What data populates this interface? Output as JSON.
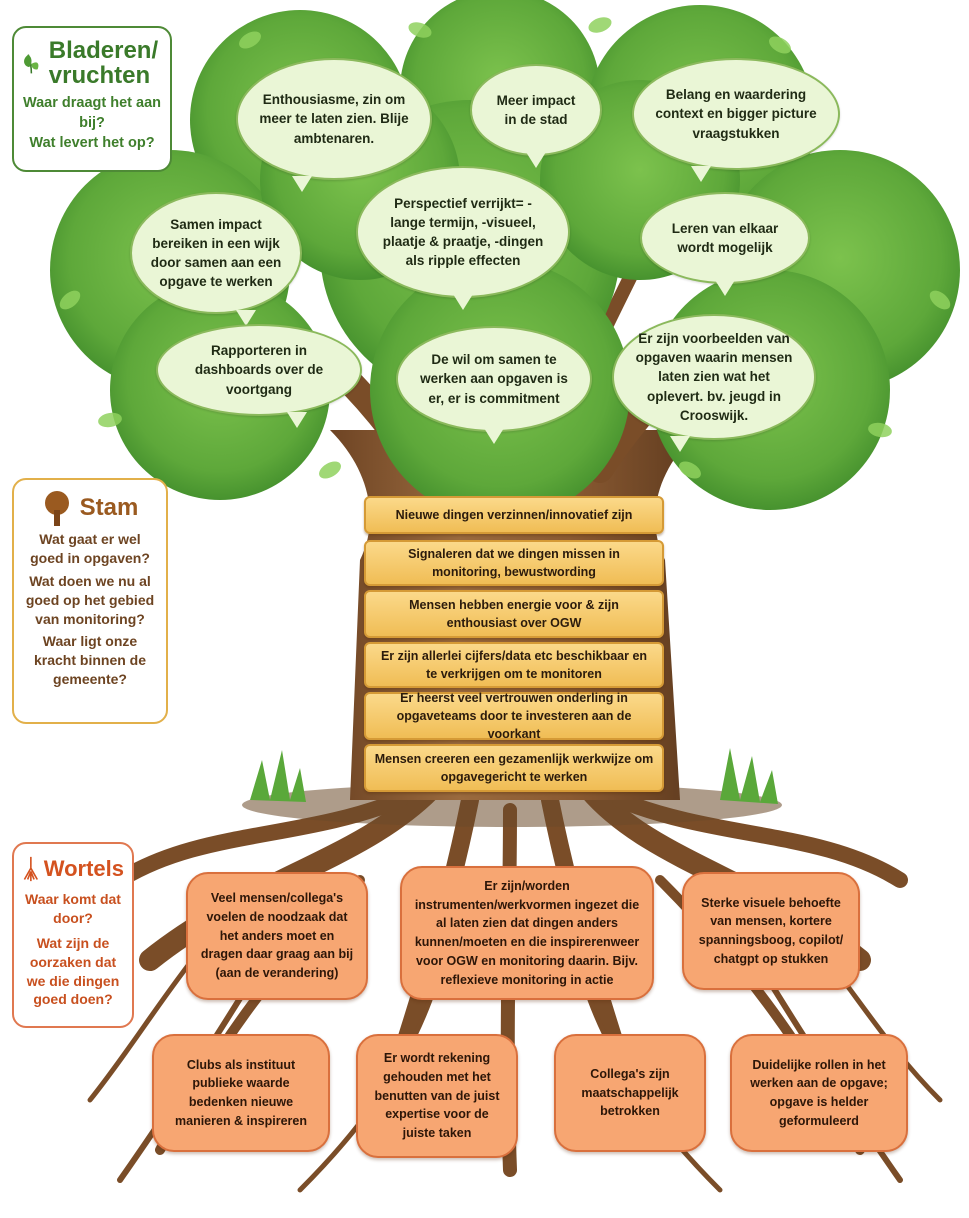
{
  "sidebar": {
    "leaves": {
      "title": "Bladeren/ vruchten",
      "questions": [
        "Waar draagt het aan bij?",
        "Wat levert het op?"
      ]
    },
    "trunk": {
      "title": "Stam",
      "questions": [
        "Wat gaat er wel goed in opgaven?",
        "Wat doen we nu al goed op het gebied van monitoring?",
        "Waar ligt onze kracht binnen de gemeente?"
      ]
    },
    "roots": {
      "title": "Wortels",
      "questions": [
        "Waar komt dat door?",
        "Wat zijn de oorzaken dat we die dingen goed doen?"
      ]
    }
  },
  "leaves": [
    "Enthousiasme, zin om meer te laten zien. Blije ambtenaren.",
    "Meer impact in de stad",
    "Belang en waardering context en bigger picture vraagstukken",
    "Samen impact bereiken in een wijk door samen aan een opgave te werken",
    "Perspectief verrijkt= - lange termijn, -visueel, plaatje & praatje, -dingen als ripple effecten",
    "Leren van elkaar wordt mogelijk",
    "Rapporteren in dashboards over de voortgang",
    "De wil om samen te werken aan opgaven is er, er is commitment",
    "Er zijn voorbeelden van opgaven waarin mensen laten zien wat het oplevert. bv. jeugd in Crooswijk."
  ],
  "trunk": [
    "Nieuwe dingen verzinnen/innovatief zijn",
    "Signaleren dat we dingen missen in monitoring, bewustwording",
    "Mensen hebben energie voor & zijn enthousiast over OGW",
    "Er zijn allerlei cijfers/data etc beschikbaar en te verkrijgen om te monitoren",
    "Er heerst veel vertrouwen onderling in opgaveteams door te investeren aan de voorkant",
    "Mensen creeren een gezamenlijk werkwijze om opgavegericht te werken"
  ],
  "roots": [
    "Veel mensen/collega's voelen de noodzaak dat het anders moet en dragen daar graag aan bij (aan de verandering)",
    "Er zijn/worden instrumenten/werkvormen ingezet die al laten zien dat dingen anders kunnen/moeten en die inspirerenweer voor OGW en monitoring daarin. Bijv. reflexieve monitoring in actie",
    "Sterke visuele behoefte van mensen, kortere spanningsboog, copilot/ chatgpt op stukken",
    "Clubs als instituut publieke waarde bedenken nieuwe manieren & inspireren",
    "Er wordt rekening gehouden met het benutten van de juist expertise voor de juiste taken",
    "Collega's zijn maatschappelijk betrokken",
    "Duidelijke rollen in het werken aan de opgave; opgave is helder geformuleerd"
  ],
  "colors": {
    "leaf_green": "#5aa83a",
    "trunk_brown": "#8a5a32",
    "plank_yellow": "#f6c96b",
    "root_orange": "#f7a672"
  }
}
